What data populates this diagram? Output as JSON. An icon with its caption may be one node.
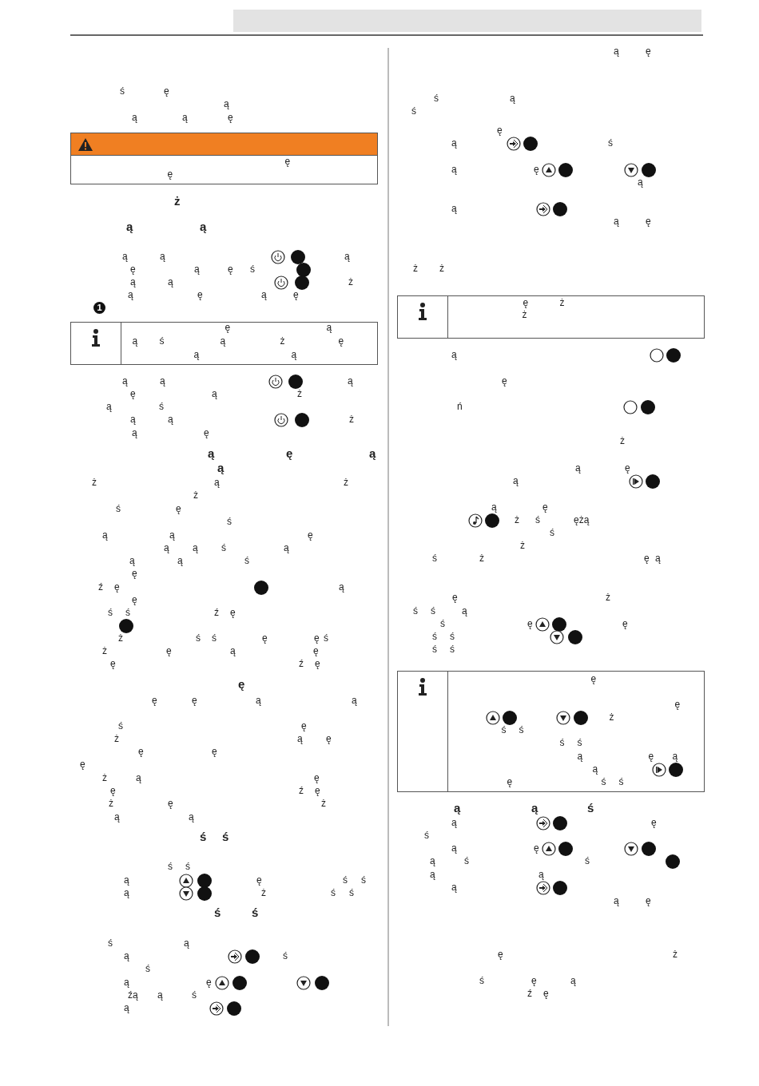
{
  "diagram": {
    "nodes": [
      {
        "text": [
          "ę ę"
        ]
      },
      {
        "text": [
          "ę ą ą ś ą ż ę ą ą"
        ]
      },
      {
        "text": [
          "ę ż ż"
        ]
      },
      {
        "text": [
          "ę ę ż ś ś ś ś ą ę ą ą ę ś ś"
        ]
      }
    ],
    "labels": [
      "ś ę",
      "ą",
      "ą ą ę",
      "ż",
      "ą ą",
      "ą ą",
      "ą",
      "ę ą ę ś",
      "ą ą",
      "ż",
      "ą ę ą ę",
      "1",
      "ą ą",
      "ą",
      "ę ą ż",
      "ą ś",
      "ą ą",
      "ż",
      "ą ę",
      "ą ę ą",
      "ą",
      "ż ą ż",
      "ż",
      "ś ę",
      "ś",
      "ą ą ę",
      "ą ą ś ą",
      "ą ą ś",
      "ę",
      "ź ę",
      "ą",
      "ę",
      "ś ś ź ę",
      "ż ś ś ę ę ś",
      "ż ę ą ę",
      "ę ź ę",
      "ę",
      "ę ę ą ą",
      "ś ę",
      "ż ą ę",
      "ę ę",
      "ę",
      "ż ą ę",
      "ę ź ę",
      "ż ę ż",
      "ą ą",
      "ś ś",
      "ś ś",
      "ą",
      "ę ś ś",
      "ą",
      "ż ś ś",
      "ś ś",
      "ś ą",
      "ą",
      "ś",
      "ś",
      "ą ę",
      "źą ą ś",
      "ą",
      "ą ę",
      "ś ą",
      "ś",
      "ę",
      "ą",
      "ś",
      "ą ę",
      "ą",
      "ą",
      "ą ę",
      "ż ż",
      "ą",
      "ę",
      "ń",
      "ż",
      "ą ę",
      "ą",
      "ą ę",
      "ż ś ężą",
      "ś",
      "ż",
      "ś ż ę ą",
      "ę ż",
      "ś ś ą",
      "ś ę",
      "ę",
      "ś ś",
      "ś ś",
      "ą ą ś",
      "ą",
      "ę",
      "ś",
      "ą ę",
      "ą ś ś",
      "ą ą",
      "ą",
      "ą ę",
      "ę ż",
      "ś ę ą",
      "ź ę"
    ]
  }
}
